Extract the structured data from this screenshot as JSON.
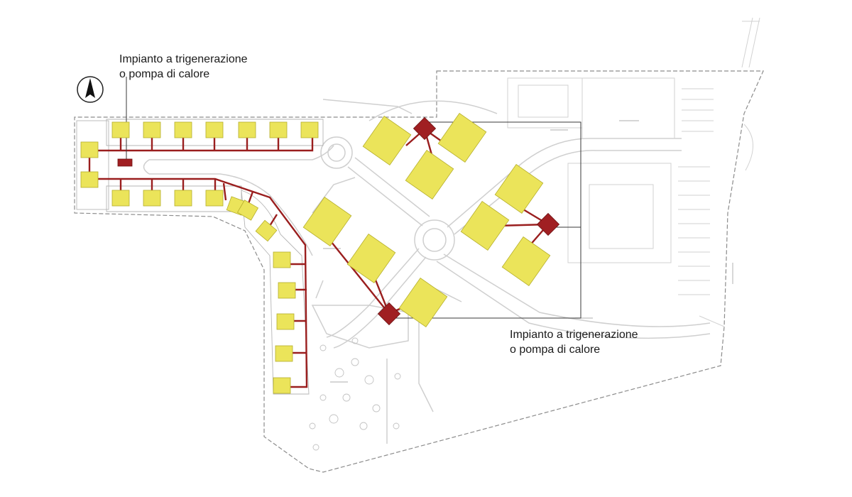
{
  "labels": {
    "top": {
      "line1": "Impianto a trigenerazione",
      "line2": "o pompa di calore"
    },
    "bottom": {
      "line1": "Impianto a trigenerazione",
      "line2": "o pompa di calore"
    }
  },
  "north_arrow": {
    "icon": "north-arrow-icon"
  },
  "colors": {
    "building": "#ebe45a",
    "network": "#9a1e1e",
    "plant": "#a01f22",
    "outline": "#9a9a9a",
    "roads": "#cfcfcf"
  }
}
